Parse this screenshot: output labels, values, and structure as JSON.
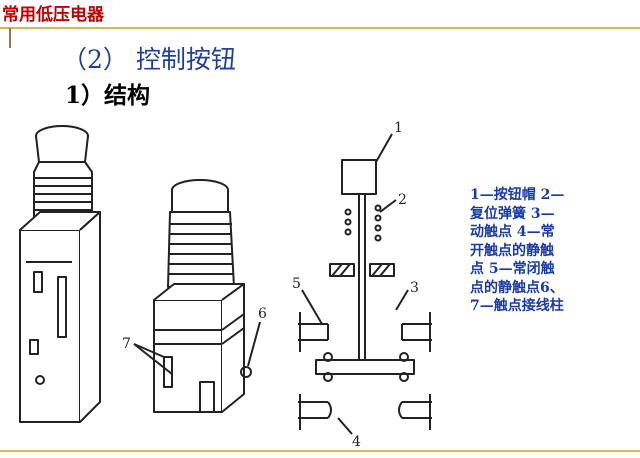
{
  "header": {
    "title": "常用低压电器"
  },
  "section": {
    "title": "（2） 控制按钮",
    "subtitle": "1）结构"
  },
  "figure": {
    "callouts": [
      "1",
      "2",
      "3",
      "4",
      "5",
      "6",
      "7"
    ]
  },
  "legend": {
    "text": "1—按钮帽 2—\n复位弹簧 3—\n动触点 4—常\n开触点的静触\n点 5—常闭触\n点的静触点6、\n7—触点接线柱"
  }
}
